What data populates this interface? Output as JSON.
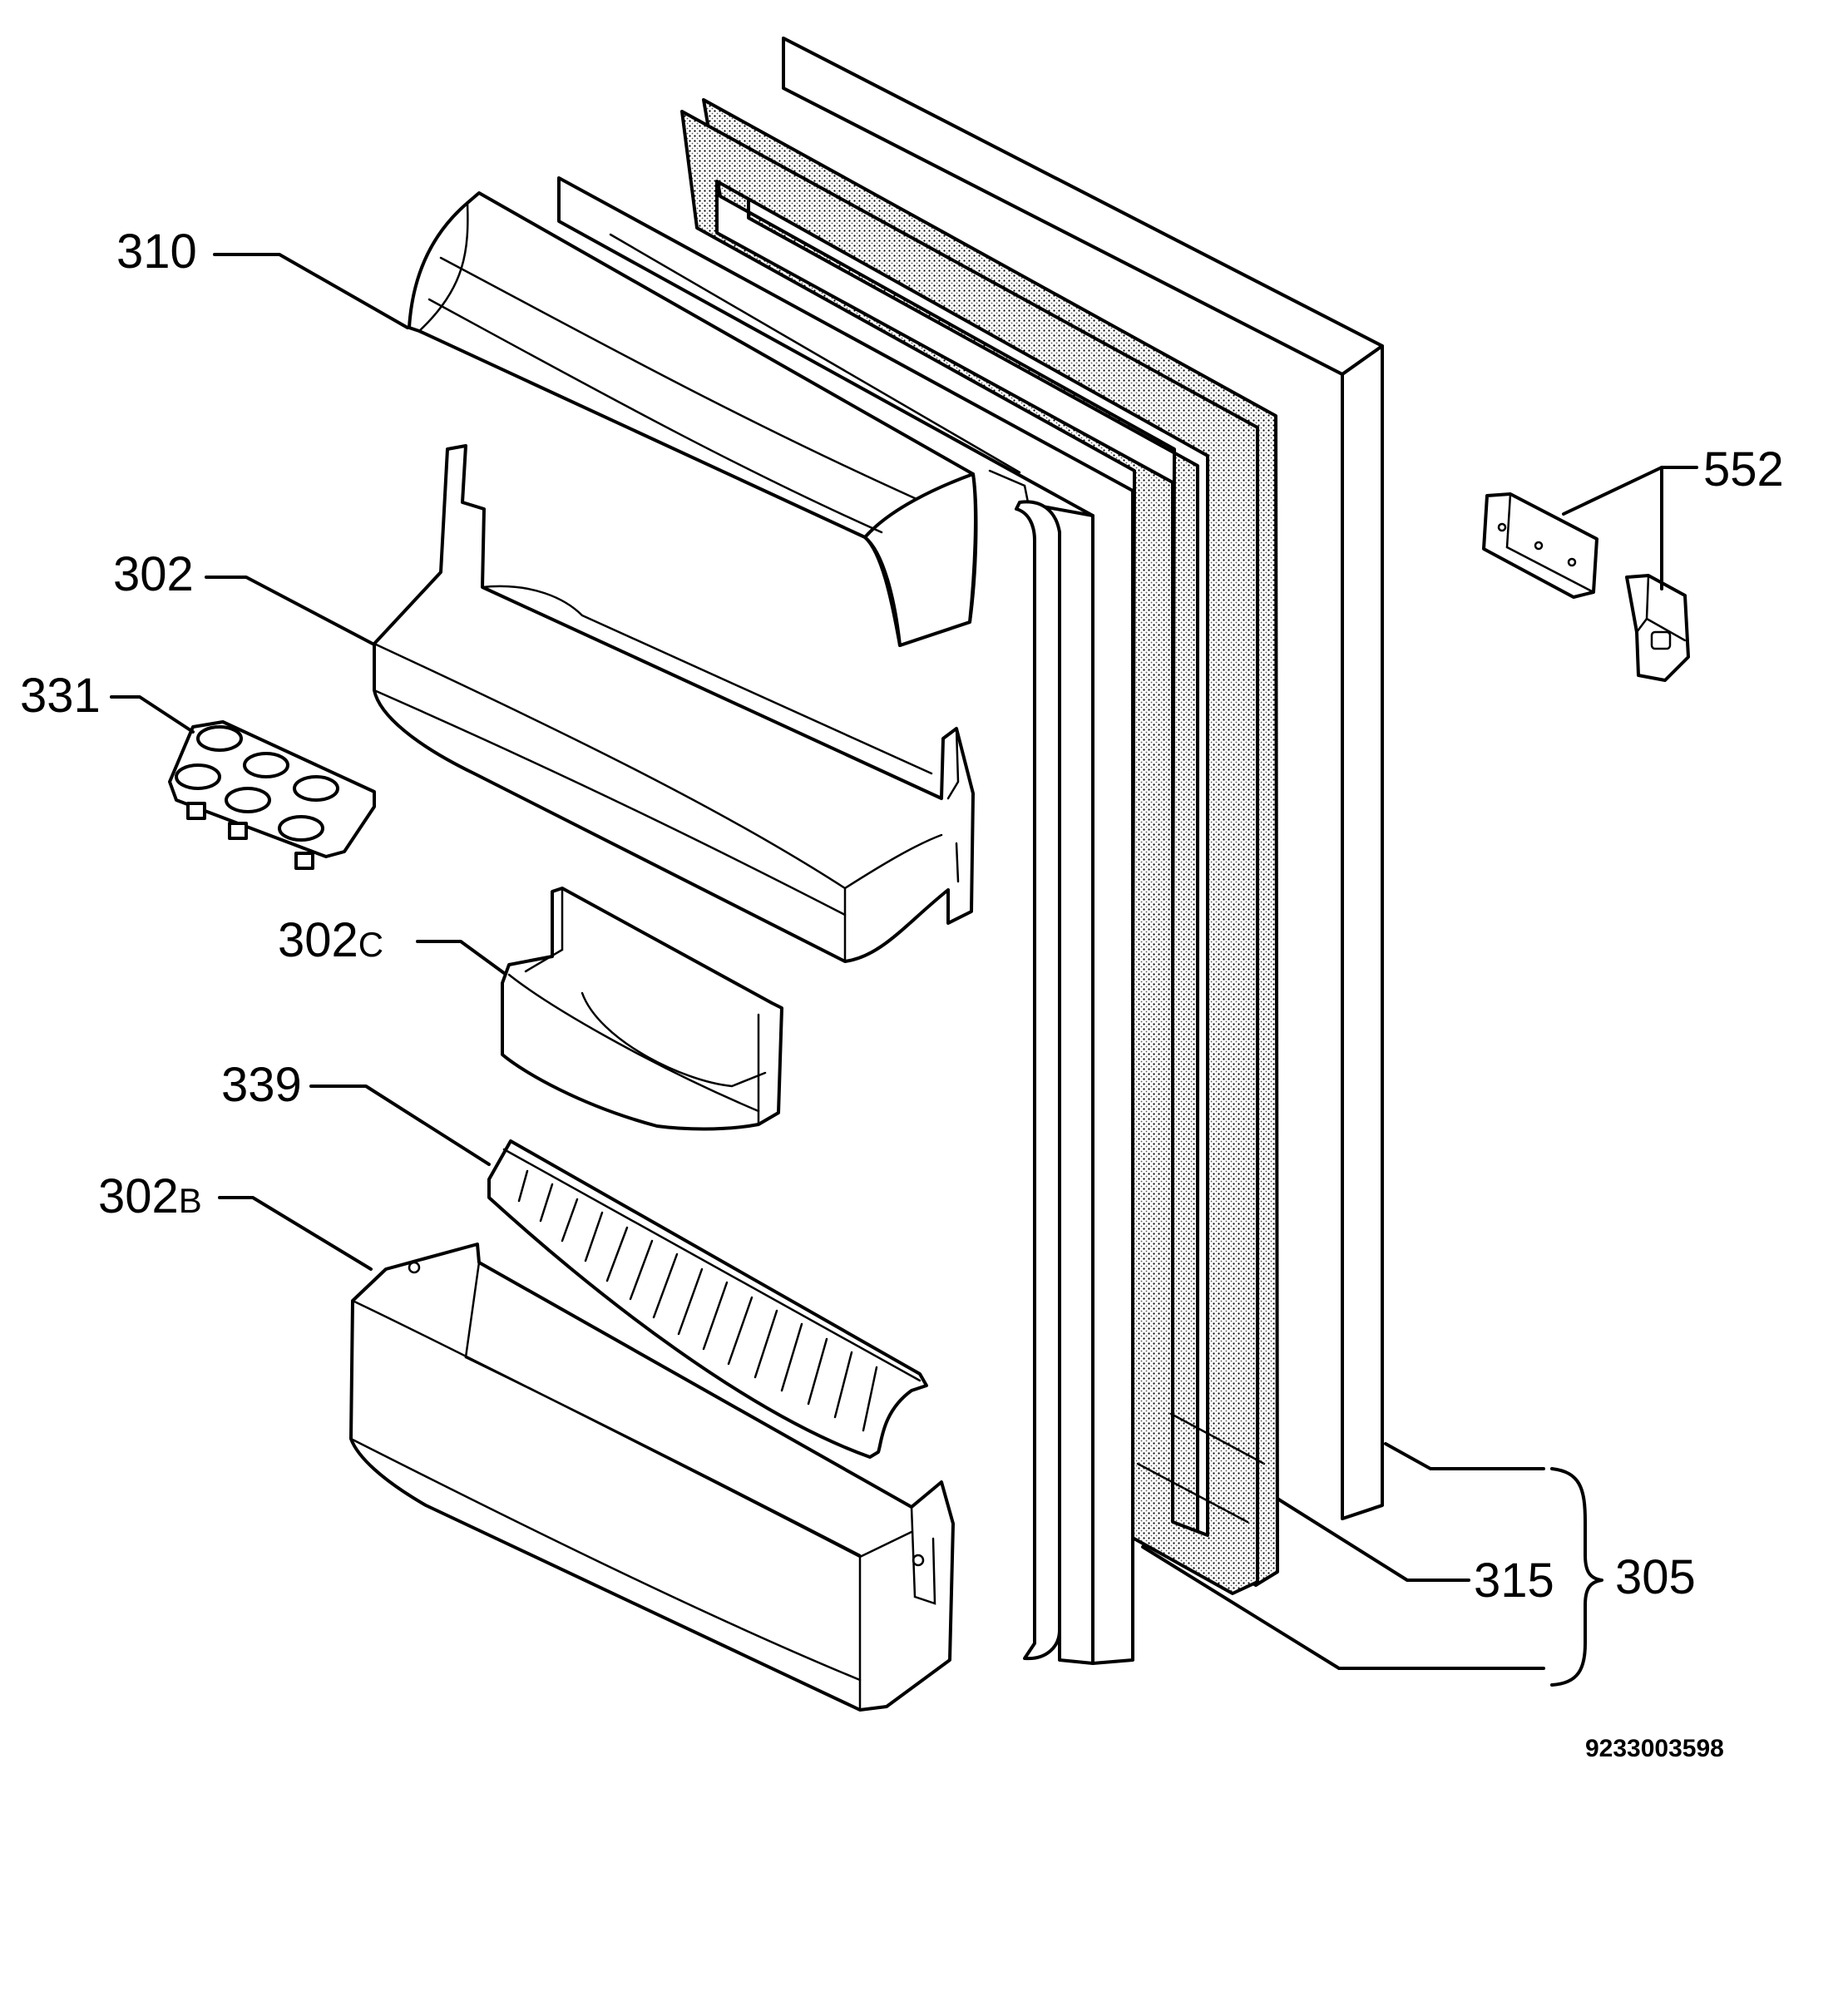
{
  "labels": {
    "p310": "310",
    "p302": "302",
    "p331": "331",
    "p302c_num": "302",
    "p302c_suffix": "C",
    "p339": "339",
    "p302b_num": "302",
    "p302b_suffix": "B",
    "p552": "552",
    "p315": "315",
    "p305": "305"
  },
  "drawing_number": "9233003598"
}
